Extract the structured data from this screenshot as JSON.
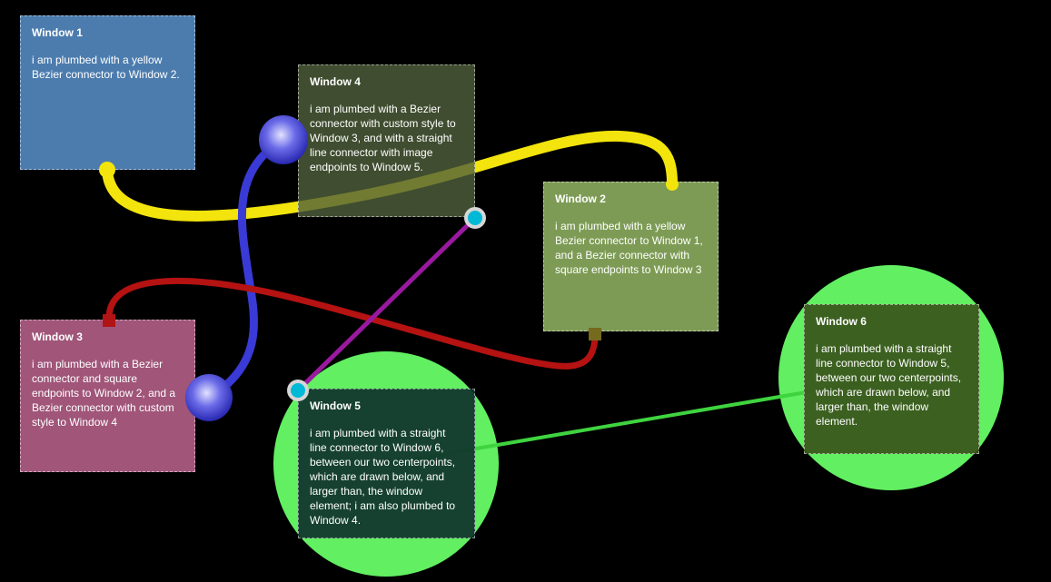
{
  "windows": [
    {
      "id": "window1",
      "title": "Window 1",
      "body": "i am plumbed with a yellow Bezier connector to Window 2.",
      "color": "#4c7cae"
    },
    {
      "id": "window2",
      "title": "Window 2",
      "body": "i am plumbed with a yellow Bezier connector to Window 1, and a Bezier connector with square endpoints to Window 3",
      "color": "#7d9b55"
    },
    {
      "id": "window3",
      "title": "Window 3",
      "body": "i am plumbed with a Bezier connector and square endpoints to Window 2, and a Bezier connector with custom style to Window 4",
      "color": "#a05579"
    },
    {
      "id": "window4",
      "title": "Window 4",
      "body": "i am plumbed with a Bezier connector with custom style to Window 3, and with a straight line connector with image endpoints to Window 5.",
      "color": "#505c3c"
    },
    {
      "id": "window5",
      "title": "Window 5",
      "body": "i am plumbed with a straight line connector to Window 6, between our two centerpoints, which are drawn below, and larger than, the window element; i am also plumbed to Window 4.",
      "color": "#10342c"
    },
    {
      "id": "window6",
      "title": "Window 6",
      "body": "i am plumbed with a straight line connector to Window 5, between our two centerpoints, which are drawn below, and larger than, the window element.",
      "color": "#38541a"
    }
  ],
  "connectors": [
    {
      "name": "yellow-bezier",
      "from": "window1",
      "to": "window2",
      "type": "bezier",
      "color": "#f2e40c",
      "endpoint": "dot"
    },
    {
      "name": "blue-custom-bezier",
      "from": "window4",
      "to": "window3",
      "type": "bezier",
      "color": "#3a3ad6",
      "endpoint": "gradient-ball"
    },
    {
      "name": "red-square-bezier",
      "from": "window3",
      "to": "window2",
      "type": "bezier",
      "color": "#b51212",
      "endpoint": "square"
    },
    {
      "name": "purple-straight-line",
      "from": "window4",
      "to": "window5",
      "type": "straight",
      "color": "#99199f",
      "endpoint": "cyan-dot"
    },
    {
      "name": "green-centerpoint-line",
      "from": "window5",
      "to": "window6",
      "type": "straight",
      "color": "#3fd43f",
      "endpoint": "centerpoint-circle"
    }
  ],
  "colors": {
    "background": "#000000",
    "centerpoint_circle": "#62ef62",
    "square_endpoint_window3": "#b01414",
    "square_endpoint_window2": "#756a1e",
    "cyan_endpoint": "#00b9d6"
  }
}
